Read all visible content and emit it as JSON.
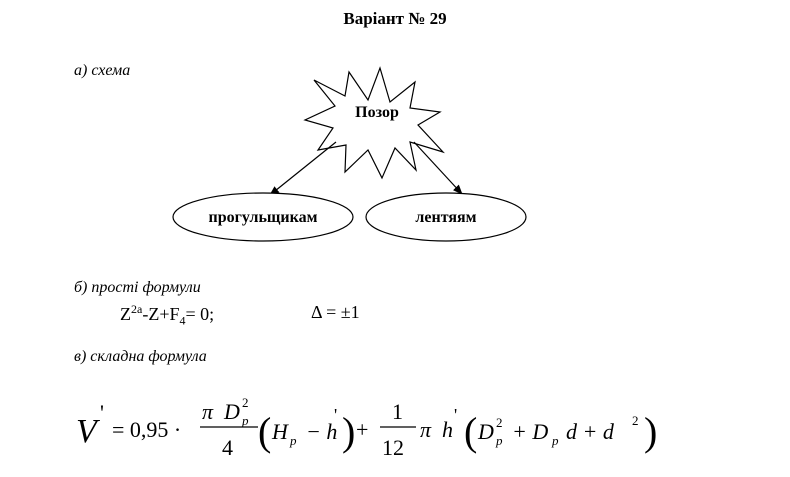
{
  "header": {
    "title": "Варіант № 29"
  },
  "sections": {
    "a_label": "а) схема",
    "b_label": "б) прості формули",
    "c_label": "в) складна формула"
  },
  "diagram": {
    "center_node": "Позор",
    "left_node": "прогульщикам",
    "right_node": "лентяям"
  },
  "simple_formulas": {
    "eq1": {
      "z": "Z",
      "exp": "2a",
      "mid": "-Z+F",
      "sub": "4",
      "tail": "= 0;"
    },
    "eq2": "Δ = ±1"
  },
  "complex_formula": {
    "lhs": "V",
    "prime": "'",
    "coef": "= 0,95 ·",
    "pi": "π",
    "D": "D",
    "p": "p",
    "two": "2",
    "four": "4",
    "H": "H",
    "minus_h": "− h",
    "plus": "+",
    "one": "1",
    "twelve": "12",
    "h": "h",
    "plus_Dp": "+ D",
    "d_plus_d": "d + d",
    "lparen": "(",
    "rparen": ")"
  }
}
